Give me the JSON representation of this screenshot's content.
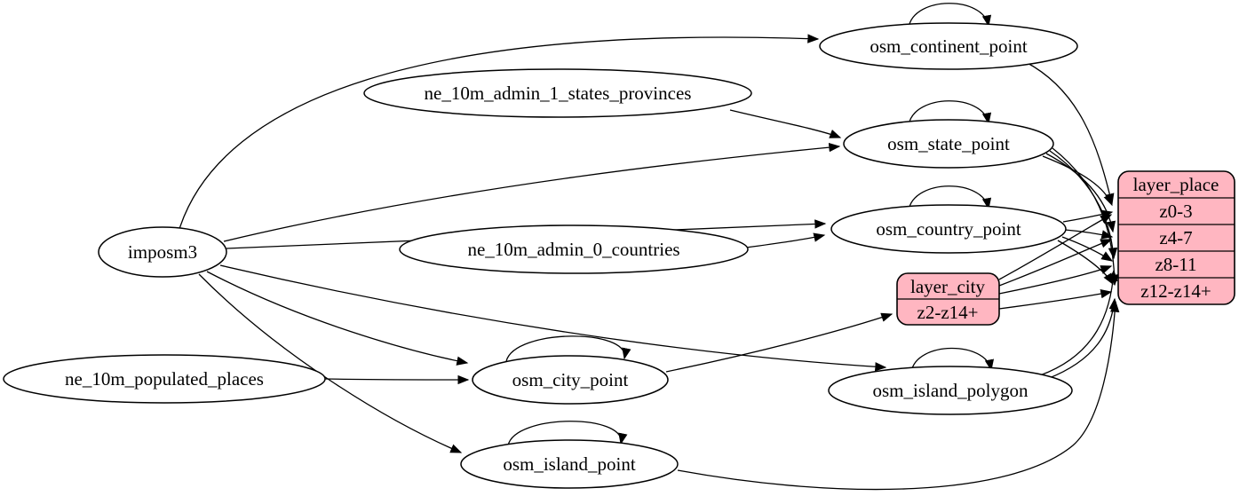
{
  "diagram": {
    "colors": {
      "record_fill": "#ffb6c1",
      "node_fill": "#ffffff",
      "stroke": "#000000"
    },
    "nodes": {
      "imposm3": "imposm3",
      "ne_admin1": "ne_10m_admin_1_states_provinces",
      "ne_admin0": "ne_10m_admin_0_countries",
      "ne_populated": "ne_10m_populated_places",
      "continent": "osm_continent_point",
      "state": "osm_state_point",
      "country": "osm_country_point",
      "city": "osm_city_point",
      "island_polygon": "osm_island_polygon",
      "island_point": "osm_island_point"
    },
    "records": {
      "layer_city": {
        "title": "layer_city",
        "rows": [
          "z2-z14+"
        ]
      },
      "layer_place": {
        "title": "layer_place",
        "rows": [
          "z0-3",
          "z4-7",
          "z8-11",
          "z12-z14+"
        ]
      }
    }
  }
}
